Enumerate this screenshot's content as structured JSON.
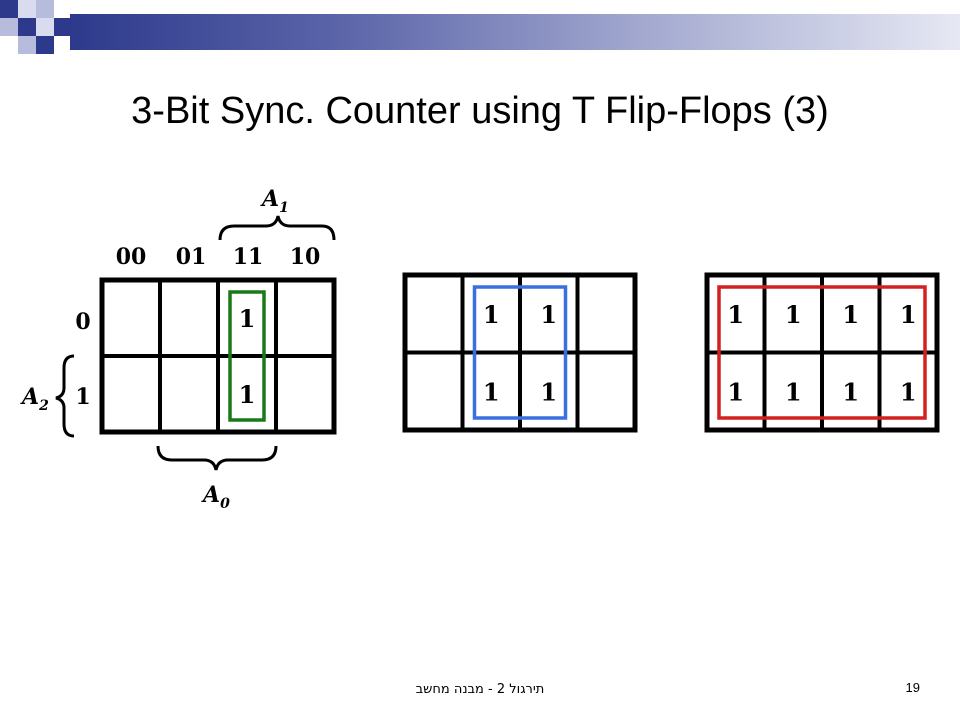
{
  "slide": {
    "title": "3-Bit Sync. Counter using T Flip-Flops (3)",
    "footer": "תירגול 2 - מבנה מחשב",
    "page_number": "19"
  },
  "kmap": {
    "col_labels": [
      "00",
      "01",
      "11",
      "10"
    ],
    "row_labels": [
      "0",
      "1"
    ],
    "var_top": "A",
    "var_top_sub": "1",
    "var_left": "A",
    "var_left_sub": "2",
    "var_bottom": "A",
    "var_bottom_sub": "0",
    "cell_value": "1"
  },
  "maps": [
    {
      "ones": [
        [
          0,
          2
        ],
        [
          1,
          2
        ]
      ],
      "loop_color": "#1a7a1a"
    },
    {
      "ones": [
        [
          0,
          1
        ],
        [
          0,
          2
        ],
        [
          1,
          1
        ],
        [
          1,
          2
        ]
      ],
      "loop_color": "#3a6fe0"
    },
    {
      "ones": [
        [
          0,
          0
        ],
        [
          0,
          1
        ],
        [
          0,
          2
        ],
        [
          0,
          3
        ],
        [
          1,
          0
        ],
        [
          1,
          1
        ],
        [
          1,
          2
        ],
        [
          1,
          3
        ]
      ],
      "loop_color": "#d42020"
    }
  ],
  "colors": {
    "header_dark": "#2d3a8c",
    "header_light": "#e6e8f3",
    "square_dark": "#2d3a8c",
    "square_light": "#b7bcdc"
  }
}
